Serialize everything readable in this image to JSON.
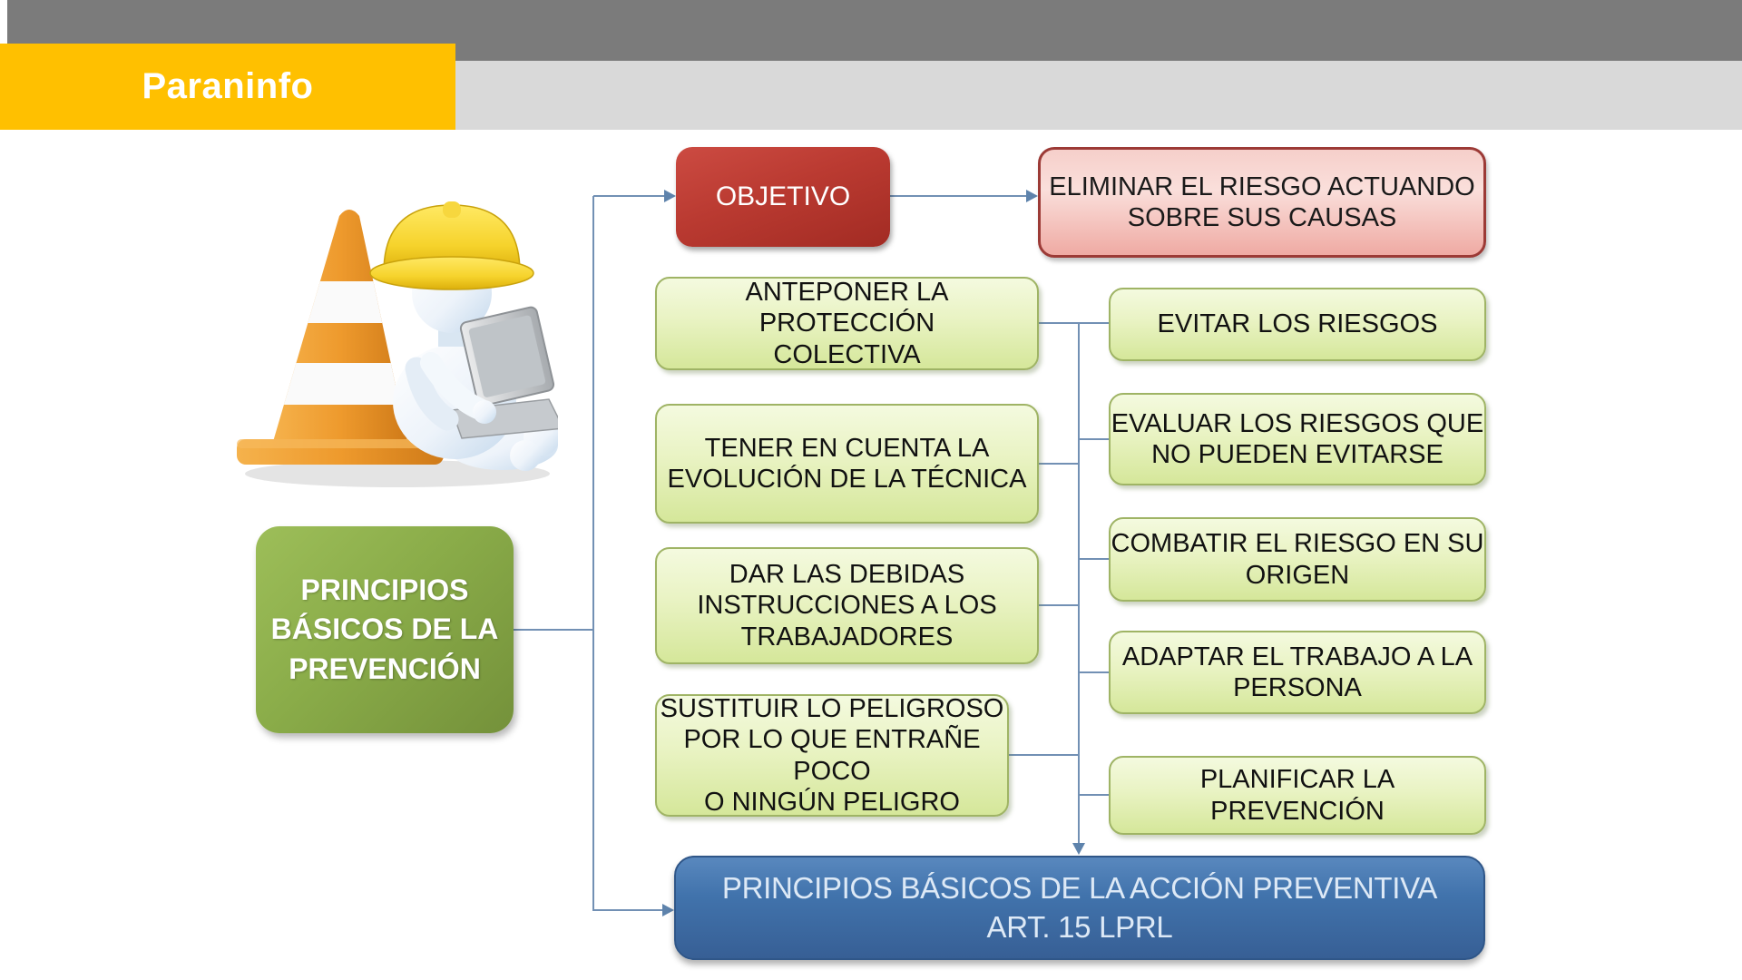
{
  "header": {
    "brand": "Paraninfo",
    "brand_bg_color": "#FFC000",
    "bar_dark_color": "#7B7B7B",
    "bar_light_color": "#D9D9D9"
  },
  "diagram": {
    "root": {
      "label": "PRINCIPIOS\nBÁSICOS DE LA\nPREVENCIÓN",
      "color": "#85A843"
    },
    "objective": {
      "label": "OBJETIVO",
      "color": "#B7352C"
    },
    "objective_result": {
      "label": "ELIMINAR EL RIESGO ACTUANDO\nSOBRE SUS CAUSAS",
      "color": "#F2BDB6"
    },
    "left_principles": [
      {
        "label": "ANTEPONER LA PROTECCIÓN\nCOLECTIVA"
      },
      {
        "label": "TENER EN CUENTA LA\nEVOLUCIÓN DE LA TÉCNICA"
      },
      {
        "label": "DAR LAS DEBIDAS\nINSTRUCCIONES A LOS\nTRABAJADORES"
      },
      {
        "label": "SUSTITUIR LO PELIGROSO\nPOR LO QUE ENTRAÑE POCO\nO NINGÚN PELIGRO"
      }
    ],
    "right_principles": [
      {
        "label": "EVITAR LOS RIESGOS"
      },
      {
        "label": "EVALUAR LOS RIESGOS QUE\nNO PUEDEN EVITARSE"
      },
      {
        "label": "COMBATIR EL RIESGO EN SU\nORIGEN"
      },
      {
        "label": "ADAPTAR EL TRABAJO A LA\nPERSONA"
      },
      {
        "label": "PLANIFICAR LA PREVENCIÓN"
      }
    ],
    "footer": {
      "label": "PRINCIPIOS BÁSICOS DE LA ACCIÓN PREVENTIVA\nART. 15 LPRL",
      "color": "#3F6EA5"
    },
    "principle_box_color": "#E4F1BC",
    "connector_color": "#7290B4"
  },
  "illustration": {
    "alt": "3D figure wearing a yellow hard hat working on a laptop beside an orange and white striped traffic cone"
  }
}
